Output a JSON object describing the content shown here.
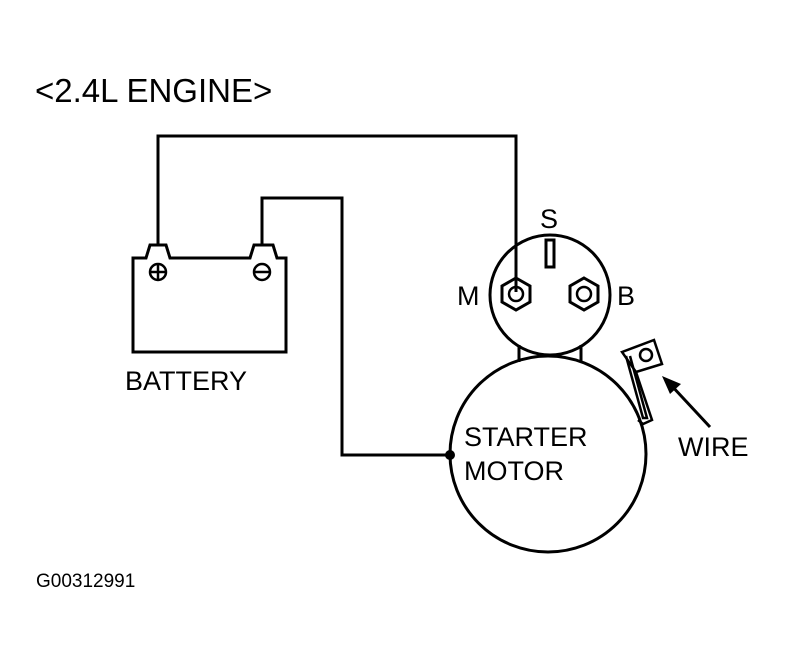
{
  "title": "<2.4L ENGINE>",
  "figure_id": "G00312991",
  "labels": {
    "battery": "BATTERY",
    "starter_line1": "STARTER",
    "starter_line2": "MOTOR",
    "terminal_s": "S",
    "terminal_m": "M",
    "terminal_b": "B",
    "wire": "WIRE"
  },
  "symbols": {
    "positive": "positive-terminal-symbol",
    "negative": "negative-terminal-symbol"
  },
  "colors": {
    "line": "#000000",
    "background": "#ffffff"
  }
}
